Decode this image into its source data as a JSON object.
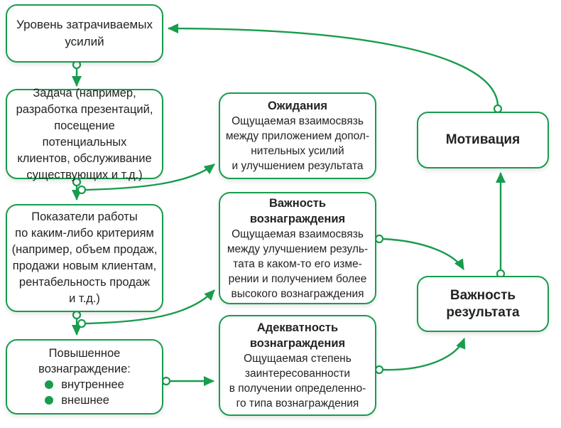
{
  "diagram": {
    "colors": {
      "accent": "#189c4e",
      "text": "#232323",
      "box_fill": "#ffffff",
      "background": "#ffffff"
    },
    "nodes": {
      "effort": {
        "lines": [
          "Уровень затрачиваемых",
          "усилий"
        ]
      },
      "task": {
        "lines": [
          "Задача (например,",
          "разработка презентаций,",
          "посещение потенциальных",
          "клиентов, обслуживание",
          "существующих и т.д.)"
        ]
      },
      "indicators": {
        "lines": [
          "Показатели работы",
          "по каким-либо критериям",
          "(например, объем продаж,",
          "продажи новым клиентам,",
          "рентабельность продаж",
          "и т.д.)"
        ]
      },
      "raised_reward": {
        "lines": [
          "Повышенное",
          "вознаграждение:"
        ],
        "bullets": [
          "внутреннее",
          "внешнее"
        ]
      },
      "expectations": {
        "title": "Ожидания",
        "body": [
          "Ощущаемая взаимосвязь",
          "между приложением допол-",
          "нительных усилий",
          "и улучшением результата"
        ]
      },
      "reward_importance": {
        "title": [
          "Важность",
          "вознаграждения"
        ],
        "body": [
          "Ощущаемая взаимосвязь",
          "между улучшением резуль-",
          "тата в каком-то его изме-",
          "рении и получением более",
          "высокого вознаграждения"
        ]
      },
      "reward_adequacy": {
        "title": [
          "Адекватность",
          "вознаграждения"
        ],
        "body": [
          "Ощущаемая степень",
          "заинтересованности",
          "в получении определенно-",
          "го типа вознаграждения"
        ]
      },
      "motivation": {
        "title": "Мотивация"
      },
      "result_importance": {
        "title": [
          "Важность",
          "результата"
        ]
      }
    }
  }
}
